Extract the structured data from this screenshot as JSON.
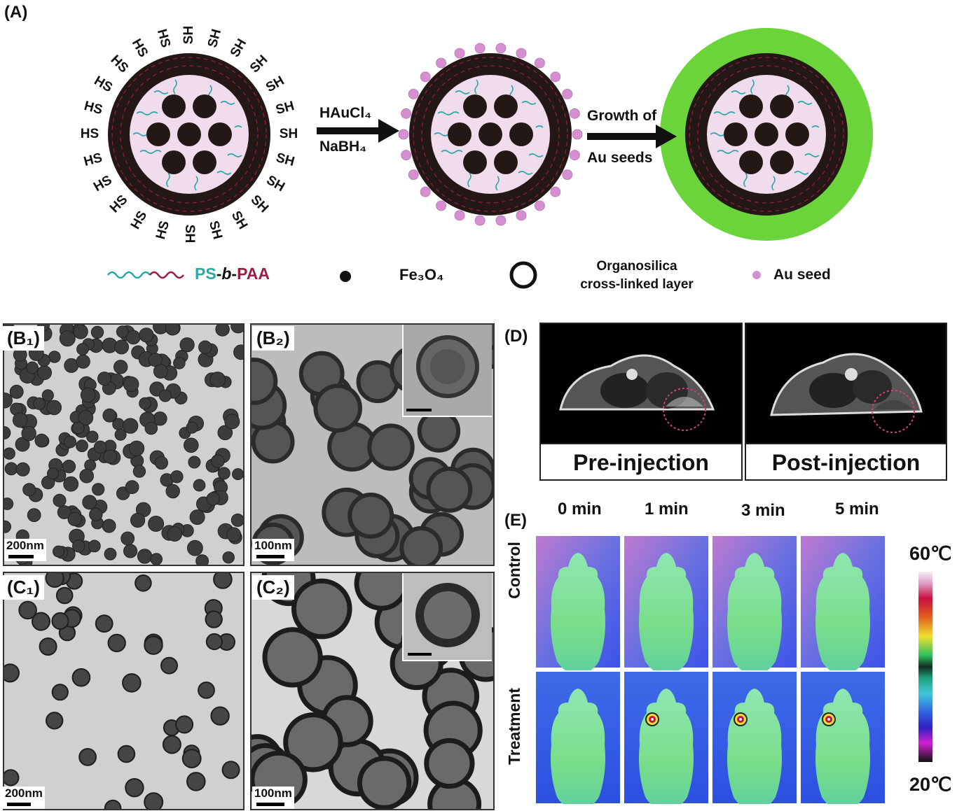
{
  "panel_a": {
    "label": "(A)",
    "thiol_left": "HS",
    "thiol_right": "SH",
    "arrow1_top": "HAuCl₄",
    "arrow1_bottom": "NaBH₄",
    "arrow2_top": "Growth of",
    "arrow2_bottom": "Au seeds",
    "legend": {
      "polymer_ps": "PS",
      "polymer_dash1": "-",
      "polymer_b": "b",
      "polymer_dash2": "-",
      "polymer_paa": "PAA",
      "fe3o4": "Fe₃O₄",
      "layer_line1": "Organosilica",
      "layer_line2": "cross-linked layer",
      "au_seed": "Au seed"
    }
  },
  "panel_b1": {
    "label": "(B₁)",
    "scale": "200nm"
  },
  "panel_b2": {
    "label": "(B₂)",
    "scale": "100nm"
  },
  "panel_c1": {
    "label": "(C₁)",
    "scale": "200nm"
  },
  "panel_c2": {
    "label": "(C₂)",
    "scale": "100nm"
  },
  "panel_d": {
    "label": "(D)",
    "pre": "Pre-injection",
    "post": "Post-injection"
  },
  "panel_e": {
    "label": "(E)",
    "times": [
      "0 min",
      "1 min",
      "3 min",
      "5 min"
    ],
    "rows": [
      "Control",
      "Treatment"
    ],
    "scale_max": "60℃",
    "scale_min": "20℃"
  },
  "colors": {
    "shell_black": "#231815",
    "core_pink": "#f0dcec",
    "au_seed": "#d68fd0",
    "au_shell": "#6ad43a",
    "ps_teal": "#2aa9a6",
    "paa_red": "#9b1d3f"
  }
}
